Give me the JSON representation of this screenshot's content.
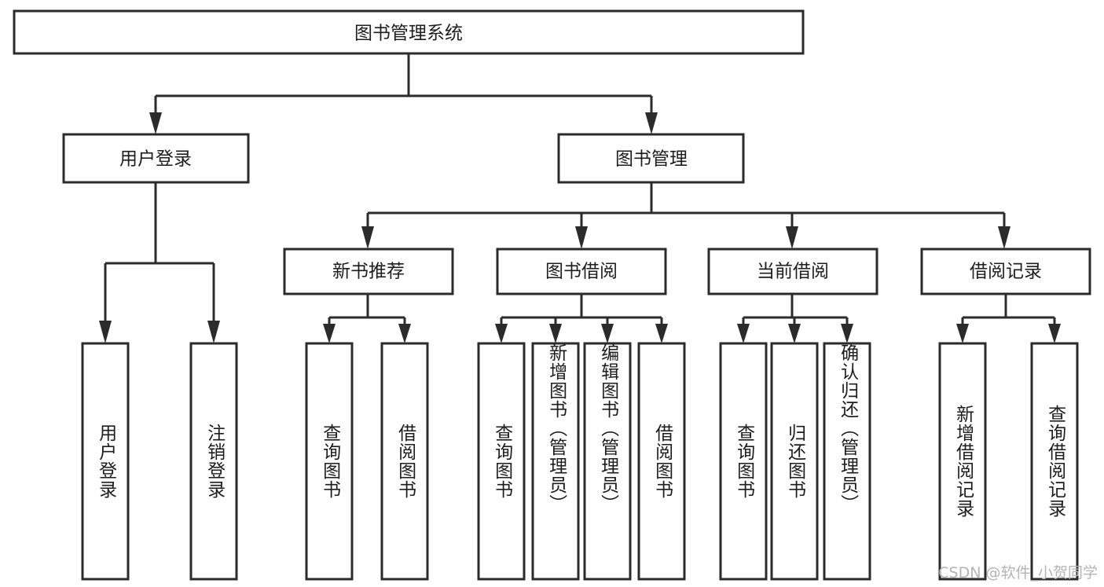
{
  "diagram": {
    "type": "tree",
    "title": "图书管理系统",
    "orientation": "top-down",
    "watermark": "CSDN @软件_小贺同学",
    "colors": {
      "box_stroke": "#2b2b2b",
      "box_fill": "#ffffff",
      "connector": "#2b2b2b",
      "text": "#1d1d1d",
      "watermark": "#b4b4b4",
      "background": "#ffffff"
    },
    "root": {
      "label": "图书管理系统"
    },
    "level2": [
      {
        "label": "用户登录"
      },
      {
        "label": "图书管理"
      }
    ],
    "level3": [
      {
        "label": "新书推荐"
      },
      {
        "label": "图书借阅"
      },
      {
        "label": "当前借阅"
      },
      {
        "label": "借阅记录"
      }
    ],
    "leaves": {
      "user_login": [
        {
          "label": "用户登录"
        },
        {
          "label": "注销登录"
        }
      ],
      "new_book_recommend": [
        {
          "label": "查询图书"
        },
        {
          "label": "借阅图书"
        }
      ],
      "book_borrow": [
        {
          "label": "查询图书"
        },
        {
          "label": "新增图书（管理员）"
        },
        {
          "label": "编辑图书（管理员）"
        },
        {
          "label": "借阅图书"
        }
      ],
      "current_borrow": [
        {
          "label": "查询图书"
        },
        {
          "label": "归还图书"
        },
        {
          "label": "确认归还（管理员）"
        }
      ],
      "borrow_records": [
        {
          "label": "新增借阅记录"
        },
        {
          "label": "查询借阅记录"
        }
      ]
    }
  }
}
